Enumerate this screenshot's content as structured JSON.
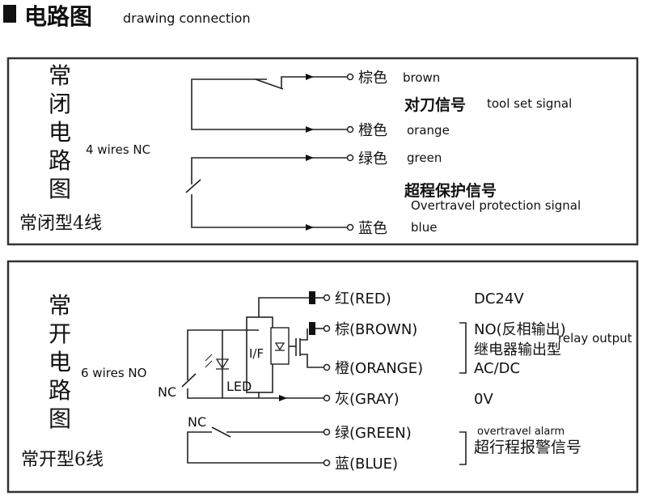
{
  "header": {
    "title_cn": "电路图",
    "title_en": "drawing connection"
  },
  "nc_section": {
    "vertical_title": [
      "常",
      "闭",
      "电",
      "路",
      "图"
    ],
    "type_label": "常闭型4线",
    "wires_label": "4 wires NC",
    "terminals": [
      {
        "cn": "棕色",
        "en": "brown"
      },
      {
        "cn": "橙色",
        "en": "orange"
      },
      {
        "cn": "绿色",
        "en": "green"
      },
      {
        "cn": "蓝色",
        "en": "blue"
      }
    ],
    "signal1_cn": "对刀信号",
    "signal1_en": "tool set signal",
    "signal2_cn": "超程保护信号",
    "signal2_en": "Overtravel protection signal"
  },
  "no_section": {
    "vertical_title": [
      "常",
      "开",
      "电",
      "路",
      "图"
    ],
    "type_label": "常开型6线",
    "wires_label": "6 wires NO",
    "nc_label_1": "NC",
    "nc_label_2": "NC",
    "led_label": "LED",
    "if_label": "I/F",
    "terminals": [
      {
        "label": "红(RED)"
      },
      {
        "label": "棕(BROWN)"
      },
      {
        "label": "橙(ORANGE)"
      },
      {
        "label": "灰(GRAY)"
      },
      {
        "label": "绿(GREEN)"
      },
      {
        "label": "蓝(BLUE)"
      }
    ],
    "dc24v": "DC24V",
    "no_output_cn": "NO(反相输出)",
    "relay_output_en": "relay output",
    "relay_cn": "继电器输出型",
    "acdc": "AC/DC",
    "zero_v": "0V",
    "overtravel_alarm_en": "overtravel alarm",
    "overtravel_alarm_cn": "超行程报警信号"
  }
}
